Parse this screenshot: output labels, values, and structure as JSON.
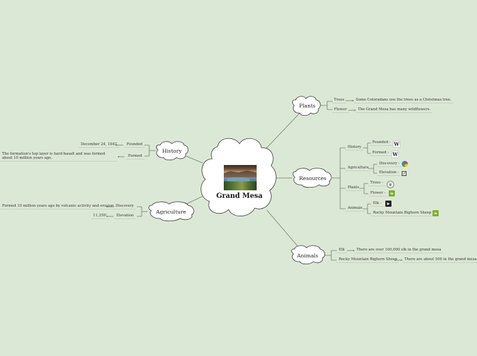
{
  "central": {
    "label": "Grand Mesa"
  },
  "branches": {
    "plants": {
      "label": "Plants",
      "children": [
        {
          "topic": "Trees",
          "detail": "Some Coloradans use the trees as a Christmas tree."
        },
        {
          "topic": "Flower",
          "detail": "The Grand Mesa has many wildflowers."
        }
      ]
    },
    "history": {
      "label": "History",
      "children": [
        {
          "topic": "Founded",
          "detail": "December 24, 1842"
        },
        {
          "topic": "Formed",
          "detail": "The formation's top layer is hard basalt and was formed about 10 million years ago."
        }
      ]
    },
    "resources": {
      "label": "Resources",
      "groups": [
        {
          "topic": "History",
          "items": [
            {
              "label": "Founded -",
              "icon": "wikipedia-icon"
            },
            {
              "label": "Formed -",
              "icon": "wikipedia-icon"
            }
          ]
        },
        {
          "topic": "Agriculture",
          "items": [
            {
              "label": "Discovery -",
              "icon": "colorful-logo-icon"
            },
            {
              "label": "Elevation -",
              "icon": "external-link-icon"
            }
          ]
        },
        {
          "topic": "Plants",
          "items": [
            {
              "label": "Trees -",
              "icon": "tree-icon"
            },
            {
              "label": "Flower -",
              "icon": "leaf-icon"
            }
          ]
        },
        {
          "topic": "Animals",
          "items": [
            {
              "label": "Elk -",
              "icon": "video-icon"
            },
            {
              "label": "Rocky Mountain Bighorn Sheep -",
              "icon": "leaf-icon"
            }
          ]
        }
      ]
    },
    "agriculture": {
      "label": "Agriculture",
      "children": [
        {
          "topic": "Discovery",
          "detail": "Formed 10 million years ago by volcanic activity and erosion."
        },
        {
          "topic": "Elevation",
          "detail": "11,359'"
        }
      ]
    },
    "animals": {
      "label": "Animals",
      "children": [
        {
          "topic": "Elk",
          "detail": "There are over 100,000 elk in the grand mesa"
        },
        {
          "topic": "Rocky Mountain Bighorn Sheep",
          "detail": "There are about 500 in the grand mesa"
        }
      ]
    }
  },
  "colors": {
    "background": "#dce8d6",
    "line": "#6b7e65",
    "cloud_fill": "#ffffff",
    "cloud_stroke": "#333333"
  }
}
